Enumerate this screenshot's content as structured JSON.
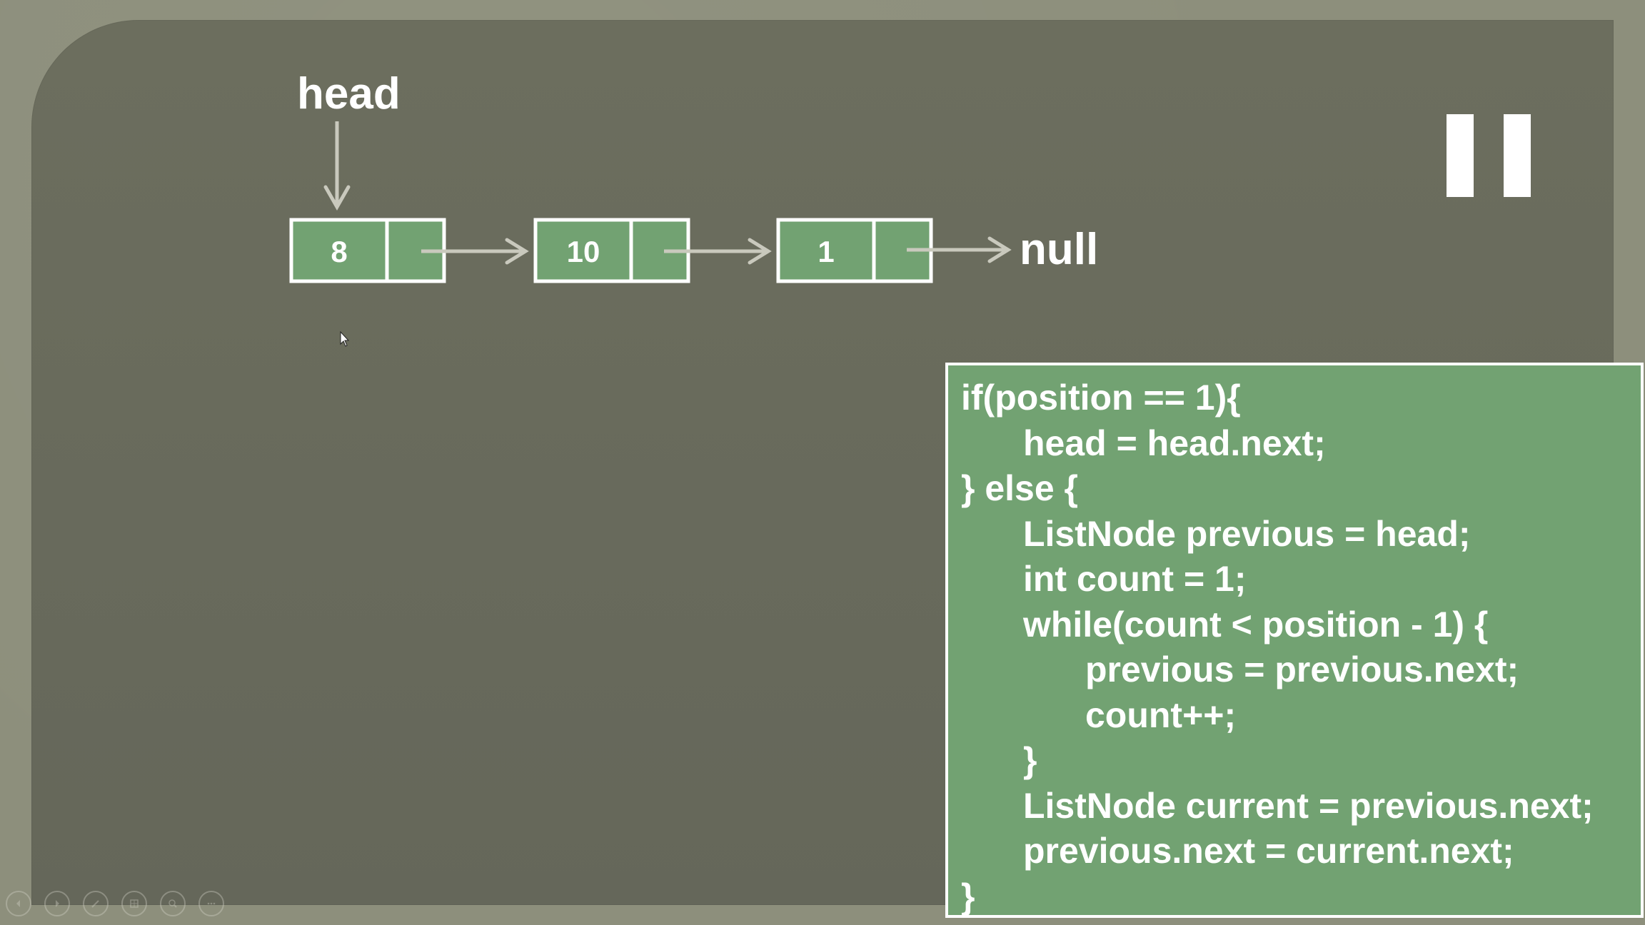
{
  "diagram": {
    "head_label": "head",
    "null_label": "null",
    "nodes": [
      {
        "value": "8"
      },
      {
        "value": "10"
      },
      {
        "value": "1"
      }
    ]
  },
  "code": {
    "lines": [
      "if(position == 1){",
      "head = head.next;",
      "} else {",
      "ListNode previous = head;",
      "int count = 1;",
      "while(count < position - 1) {",
      "previous = previous.next;",
      "count++;",
      "}",
      "ListNode current = previous.next;",
      "previous.next = current.next;",
      "}"
    ]
  },
  "toolbar": {
    "icons": [
      "previous-slide-icon",
      "next-slide-icon",
      "pen-icon",
      "slides-grid-icon",
      "zoom-icon",
      "more-options-icon"
    ]
  },
  "colors": {
    "slide_background": "#686a5b",
    "node_fill": "#72a272",
    "code_panel_fill": "#72a272",
    "arrow": "#c9c9bd",
    "text": "#ffffff"
  }
}
